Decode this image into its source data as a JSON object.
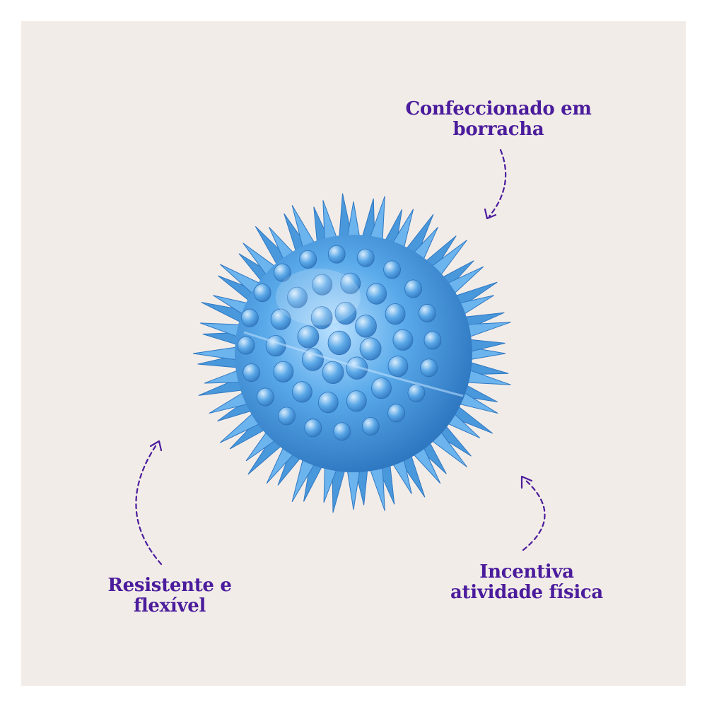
{
  "product": {
    "name": "spiky-ball",
    "color": "#4f9fe0"
  },
  "callouts": {
    "top": {
      "line1": "Confeccionado em",
      "line2": "borracha"
    },
    "left": {
      "line1": "Resistente e",
      "line2": "flexível"
    },
    "right": {
      "line1": "Incentiva",
      "line2": "atividade física"
    }
  },
  "colors": {
    "background": "#f2ece8",
    "text": "#4b1c9c",
    "arrow": "#4b1c9c"
  }
}
